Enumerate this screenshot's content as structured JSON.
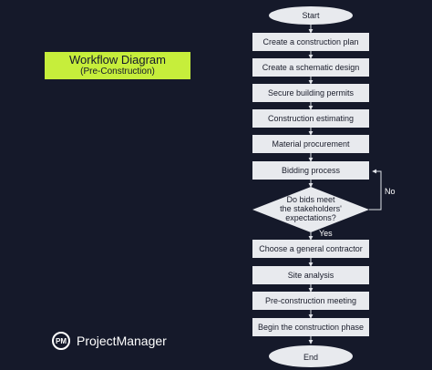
{
  "title": {
    "main": "Workflow Diagram",
    "sub": "(Pre-Construction)"
  },
  "brand": {
    "logo_text": "PM",
    "name": "ProjectManager"
  },
  "flow": {
    "start": "Start",
    "steps": [
      "Create a construction plan",
      "Create a schematic design",
      "Secure building permits",
      "Construction estimating",
      "Material procurement",
      "Bidding process"
    ],
    "decision": [
      "Do bids meet",
      "the stakeholders'",
      "expectations?"
    ],
    "yes_label": "Yes",
    "no_label": "No",
    "after_steps": [
      "Choose a general contractor",
      "Site analysis",
      "Pre-construction meeting",
      "Begin the construction phase"
    ],
    "end": "End"
  },
  "colors": {
    "background": "#15192a",
    "node_fill": "#e8eaee",
    "accent": "#c6ee3b",
    "connector": "#e0e2e8"
  }
}
